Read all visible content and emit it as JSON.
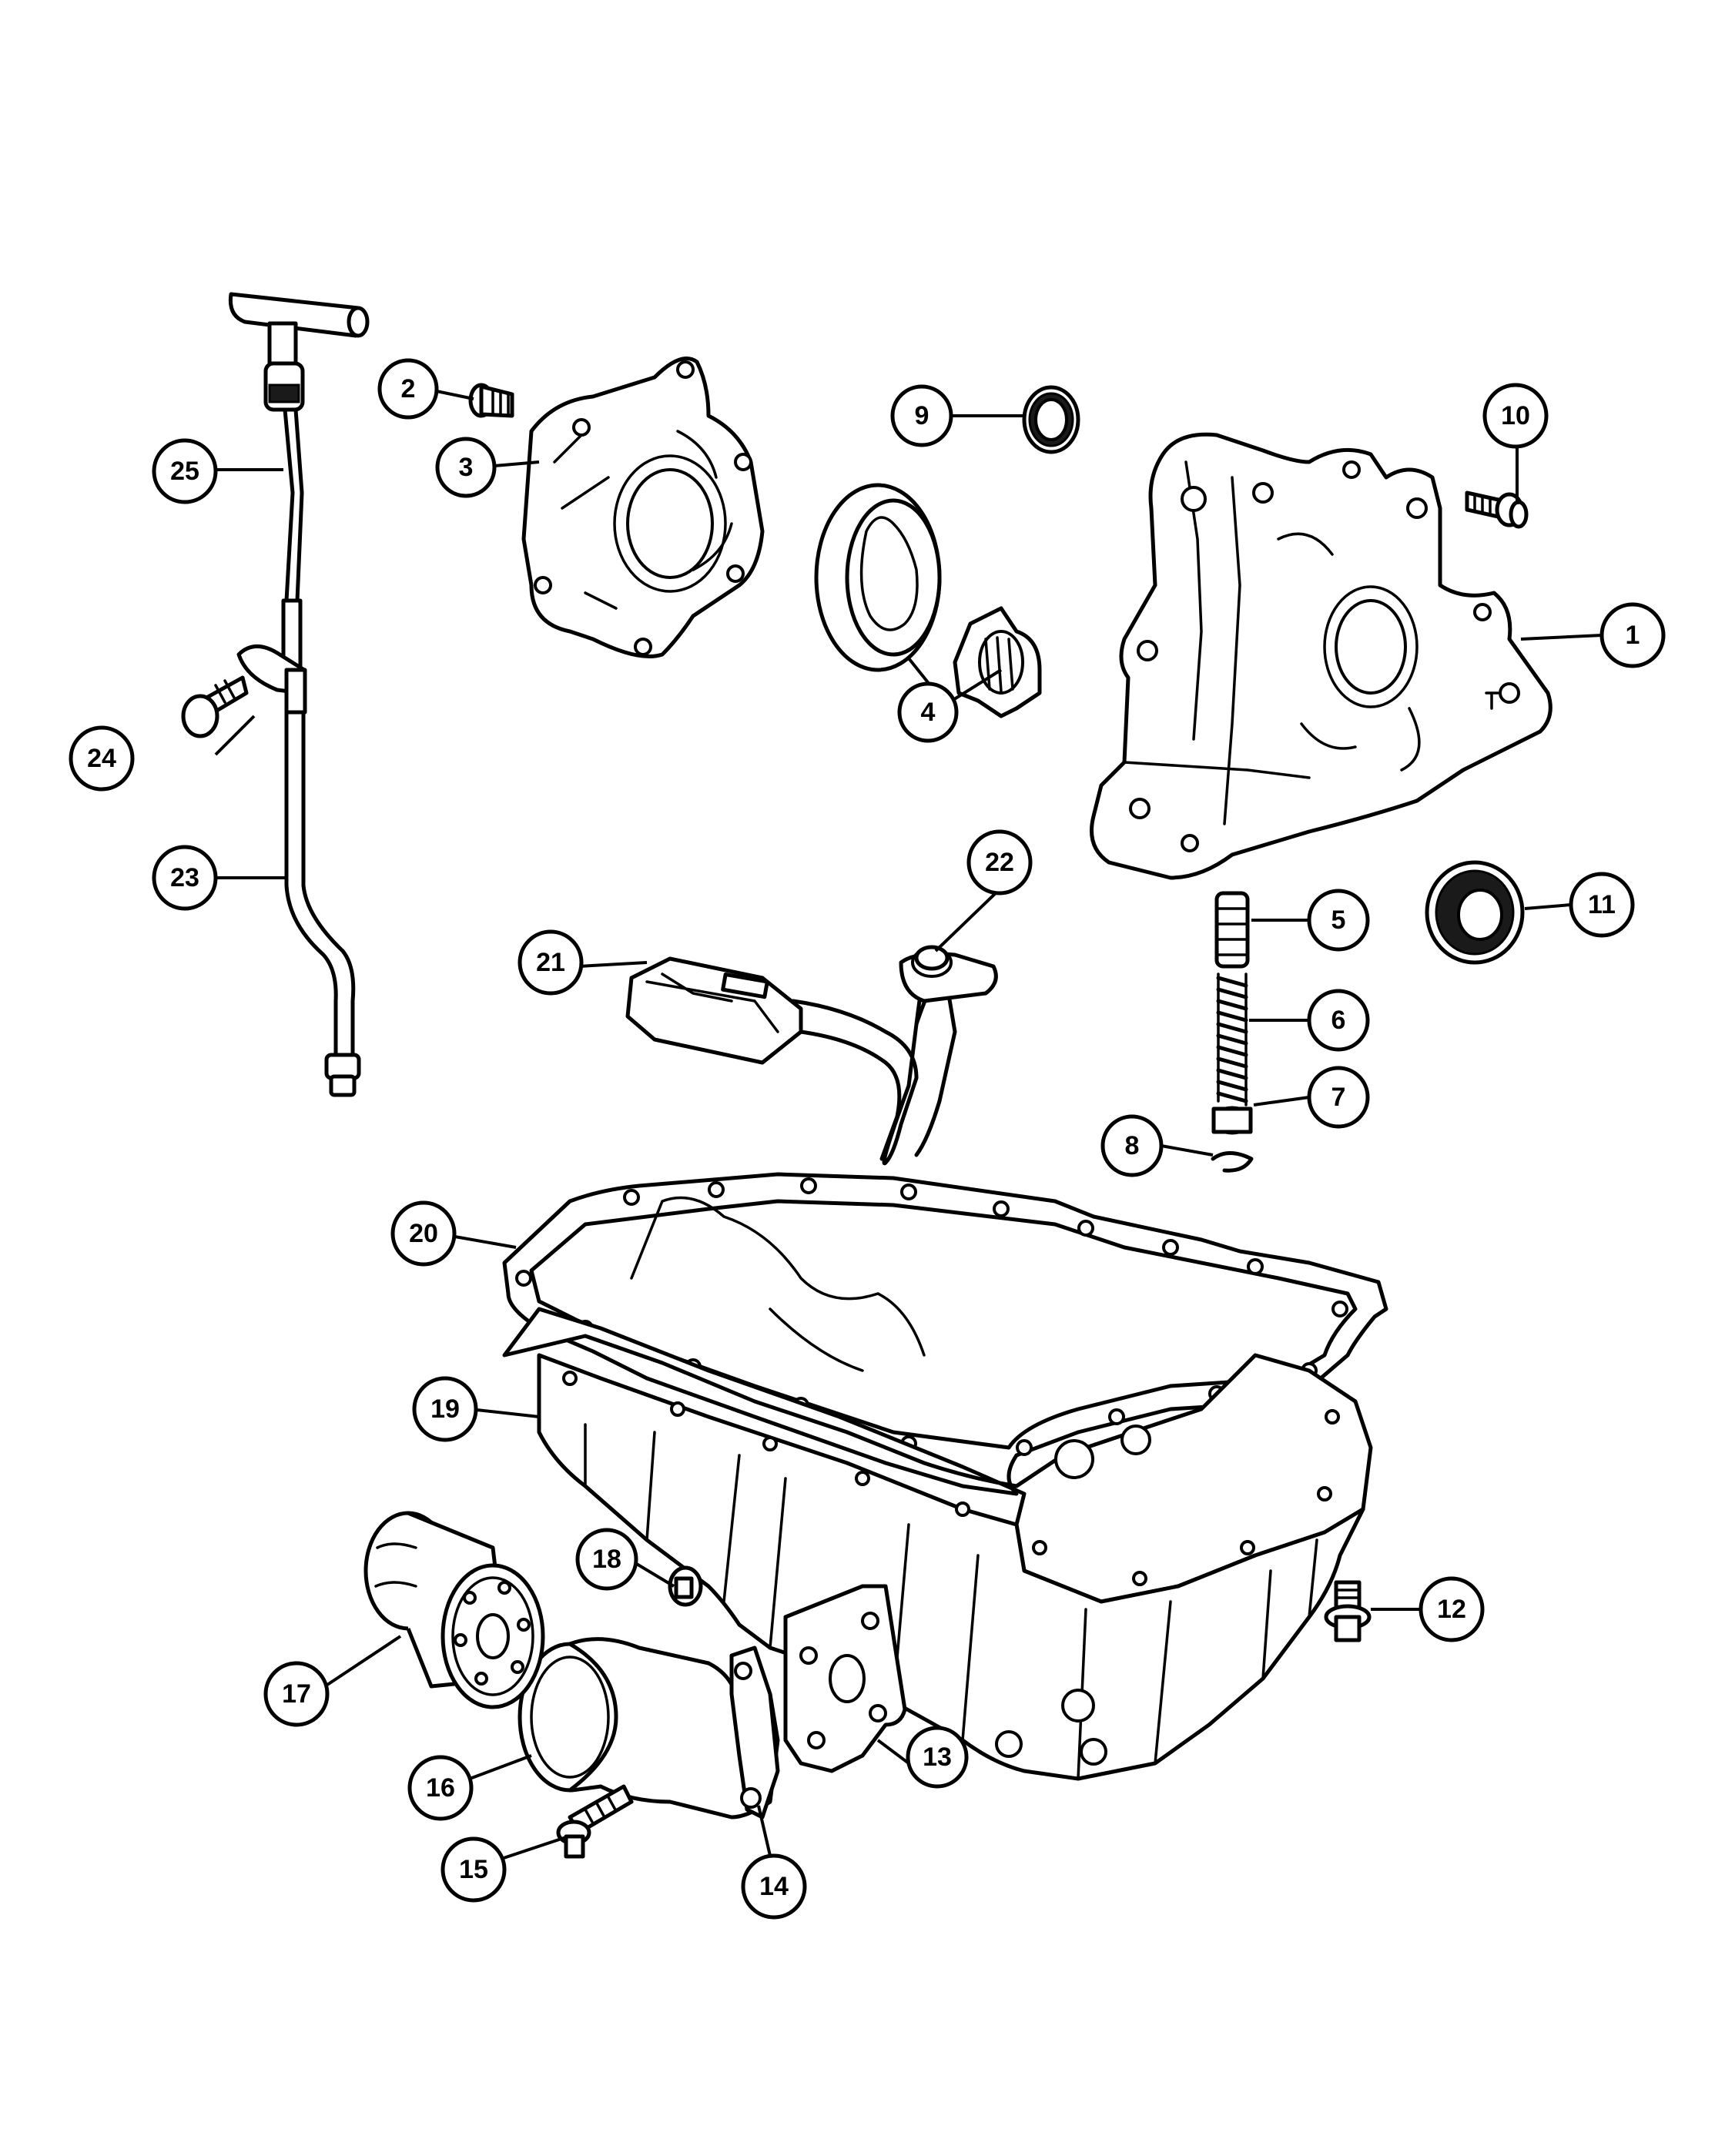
{
  "callouts": [
    {
      "number": "1"
    },
    {
      "number": "2"
    },
    {
      "number": "3"
    },
    {
      "number": "4"
    },
    {
      "number": "5"
    },
    {
      "number": "6"
    },
    {
      "number": "7"
    },
    {
      "number": "8"
    },
    {
      "number": "9"
    },
    {
      "number": "10"
    },
    {
      "number": "11"
    },
    {
      "number": "12"
    },
    {
      "number": "13"
    },
    {
      "number": "14"
    },
    {
      "number": "15"
    },
    {
      "number": "16"
    },
    {
      "number": "17"
    },
    {
      "number": "18"
    },
    {
      "number": "19"
    },
    {
      "number": "20"
    },
    {
      "number": "21"
    },
    {
      "number": "22"
    },
    {
      "number": "23"
    },
    {
      "number": "24"
    },
    {
      "number": "25"
    }
  ]
}
